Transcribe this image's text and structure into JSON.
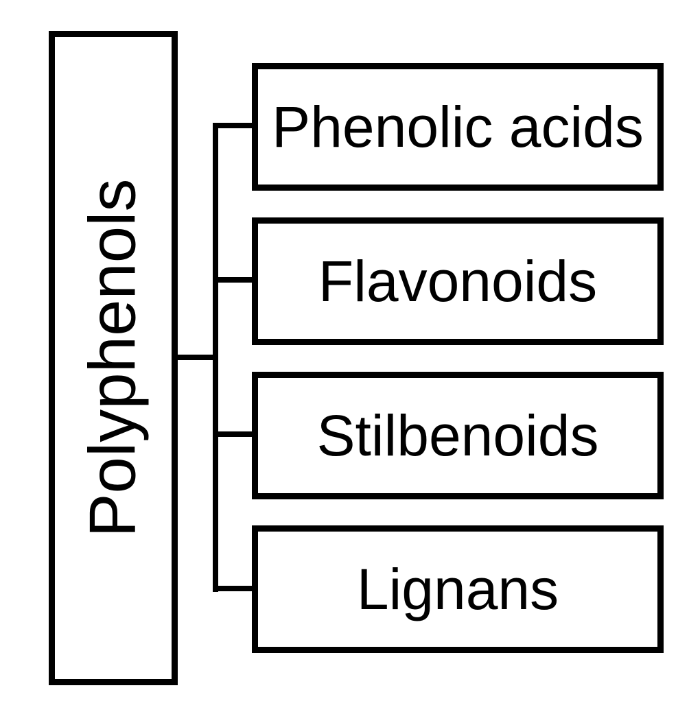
{
  "diagram": {
    "root": {
      "label": "Polyphenols"
    },
    "children": [
      {
        "label": "Phenolic acids"
      },
      {
        "label": "Flavonoids"
      },
      {
        "label": "Stilbenoids"
      },
      {
        "label": "Lignans"
      }
    ]
  },
  "colors": {
    "stroke": "#000000",
    "background": "#ffffff"
  }
}
